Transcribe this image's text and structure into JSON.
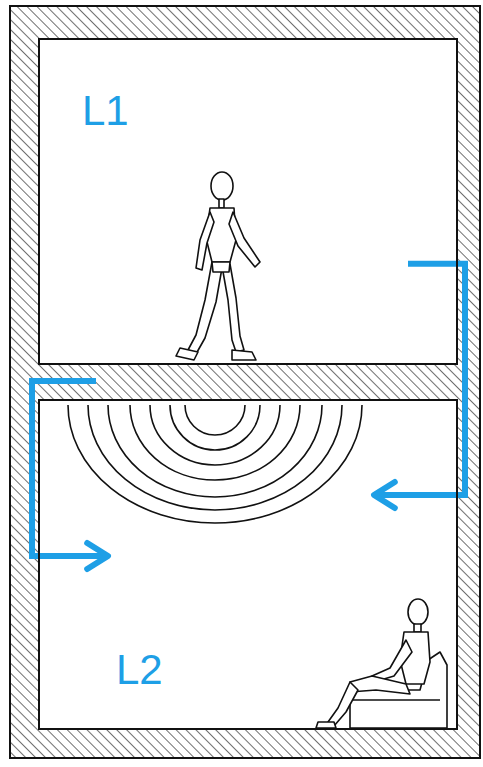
{
  "diagram": {
    "nodes": [
      {
        "text": [
          "L1"
        ]
      },
      {
        "text": [
          "L2"
        ]
      }
    ],
    "edges": [
      {
        "from": 0,
        "to": 1,
        "arrow": "to"
      },
      {
        "from": 0,
        "to": 1,
        "arrow": "to"
      }
    ]
  }
}
